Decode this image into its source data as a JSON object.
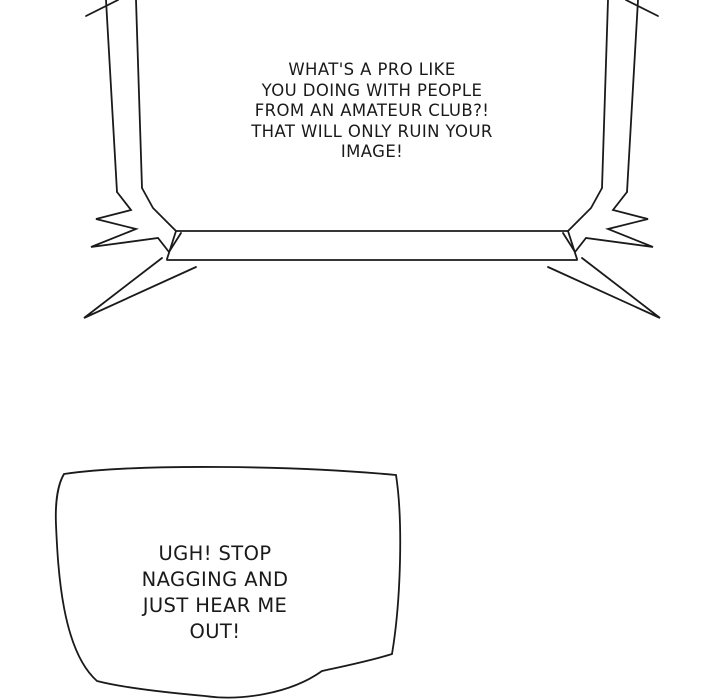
{
  "page": {
    "background": "#ffffff",
    "ink": "#1a1a1a",
    "kind": "comic-panel"
  },
  "bubbles": [
    {
      "type": "shout-jagged",
      "lines": [
        "WHAT'S A PRO LIKE",
        "YOU DOING WITH PEOPLE",
        "FROM AN AMATEUR CLUB?!",
        "THAT WILL ONLY RUIN YOUR",
        "IMAGE!"
      ]
    },
    {
      "type": "speech-wobbly",
      "lines": [
        "UGH! STOP",
        "NAGGING AND",
        "JUST HEAR ME",
        "OUT!"
      ]
    }
  ]
}
